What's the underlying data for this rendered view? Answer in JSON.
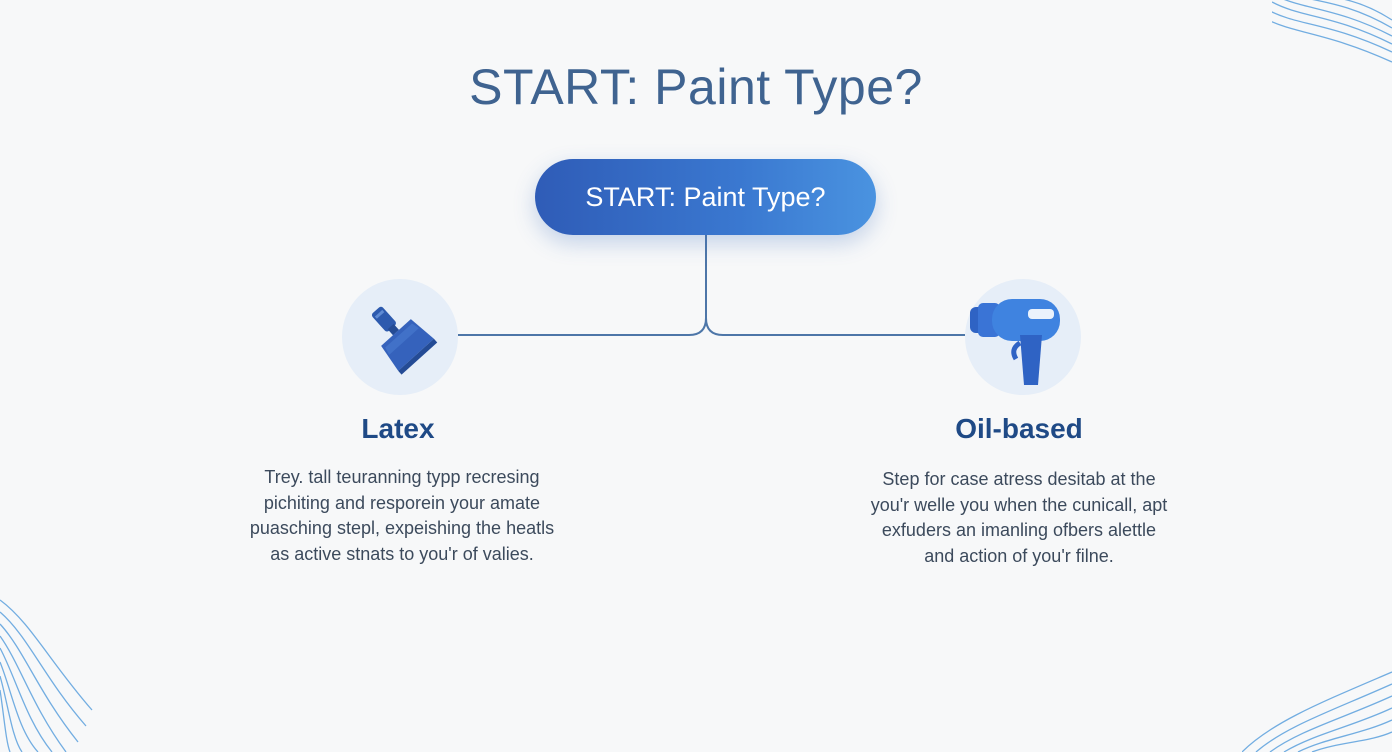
{
  "title": "START: Paint Type?",
  "start_node": {
    "label": "START: Paint Type?"
  },
  "branches": {
    "latex": {
      "label": "Latex",
      "icon": "paint-scraper-icon",
      "description": [
        "Trey. tall teuranning typp recresing",
        "pichiting and resporein your amate",
        "puasching stepl, expeishing the heatls",
        "as active stnats to you'r of valies."
      ]
    },
    "oil": {
      "label": "Oil-based",
      "icon": "heat-gun-icon",
      "description": [
        "Step for case atress desitab at the",
        "you'r welle you when the cunicall, apt",
        "exfuders an imanling ofbers alettle",
        "and action of you'r filne."
      ]
    }
  },
  "colors": {
    "accent": "#2f5cb7",
    "accent_light": "#4a93e0",
    "title": "#3f6390",
    "label": "#1f4a86",
    "connector": "#4d76a8",
    "circle": "#e6eef8"
  }
}
